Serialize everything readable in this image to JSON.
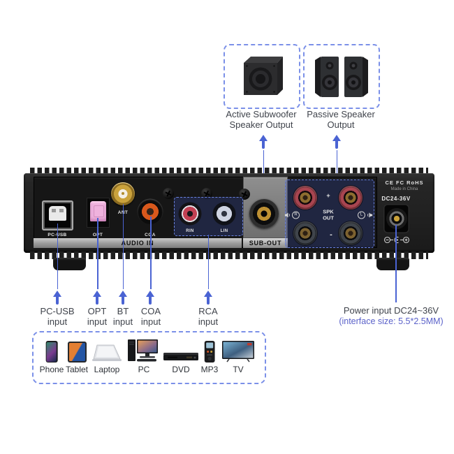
{
  "colors": {
    "accent_blue": "#4a63d3",
    "dashed_border": "#7b90e8",
    "note_blue": "#5a61c9",
    "label_text": "#3f434b"
  },
  "top_outputs": {
    "subwoofer": {
      "line1": "Active Subwoofer",
      "line2": "Speaker Output"
    },
    "passive": {
      "line1": "Passive Speaker",
      "line2": "Output"
    }
  },
  "rear_panel": {
    "pc_usb": "PC-USB",
    "opt": "OPT",
    "ant": "ANT",
    "coa": "COA",
    "rin": "RIN",
    "lin": "LIN",
    "audio_in": "AUDIO IN",
    "sub_out": "SUB-OUT",
    "spk_line1": "SPK",
    "spk_line2": "OUT",
    "plus": "+",
    "minus": "-",
    "right_ch": "R",
    "left_ch": "L",
    "cert": "CE FC RoHS",
    "made_in": "Made in China",
    "dc_label": "DC24-36V"
  },
  "input_labels": [
    {
      "line1": "PC-USB",
      "line2": "input"
    },
    {
      "line1": "OPT",
      "line2": "input"
    },
    {
      "line1": "BT",
      "line2": "input"
    },
    {
      "line1": "COA",
      "line2": "input"
    },
    {
      "line1": "RCA",
      "line2": "input"
    }
  ],
  "power_label": {
    "line1": "Power input DC24~36V",
    "line2": "(interface size: 5.5*2.5MM)"
  },
  "source_devices": [
    {
      "label": "Phone"
    },
    {
      "label": "Tablet"
    },
    {
      "label": "Laptop"
    },
    {
      "label": "PC"
    },
    {
      "label": "DVD"
    },
    {
      "label": "MP3"
    },
    {
      "label": "TV"
    }
  ]
}
